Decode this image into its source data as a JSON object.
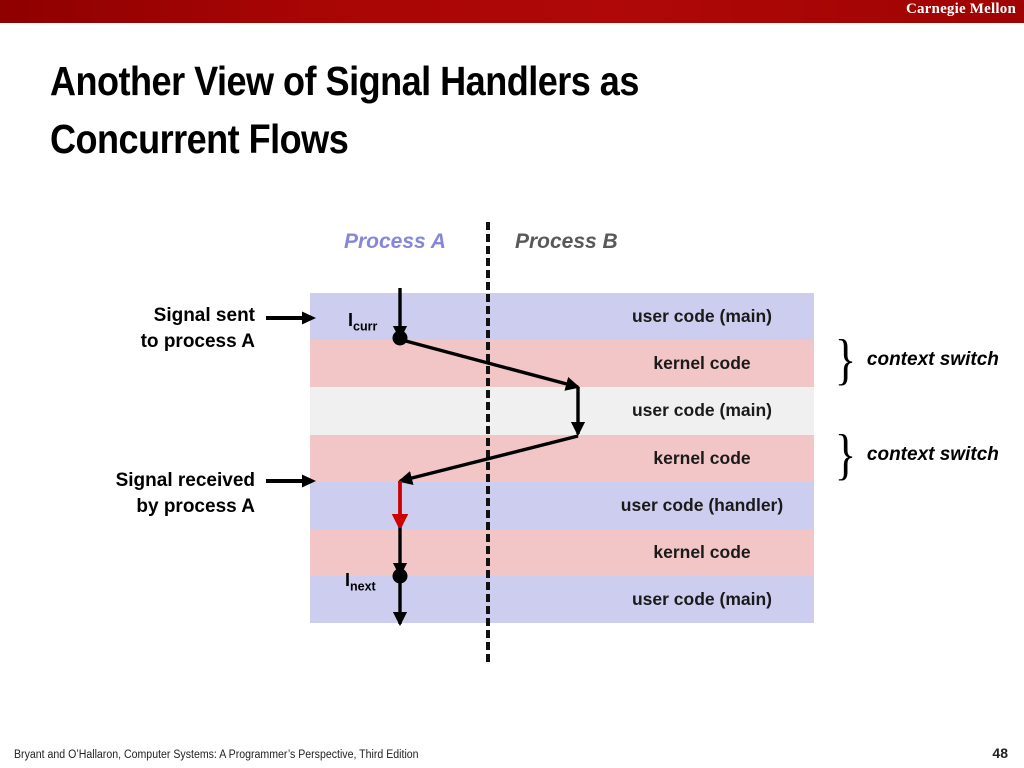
{
  "header": {
    "brand": "Carnegie Mellon",
    "banner_color": "#a50606"
  },
  "slide": {
    "title": "Another View of Signal Handlers as\nConcurrent Flows",
    "page_number": "48",
    "citation": "Bryant and O’Hallaron, Computer Systems: A Programmer’s Perspective, Third Edition"
  },
  "diagram": {
    "process_a_label": "Process A",
    "process_b_label": "Process B",
    "process_a_color": "#8686dc",
    "process_b_color": "#595959",
    "colors": {
      "user_main_a": "#cdcdf0",
      "kernel": "#f2c6c6",
      "user_main_b": "#f0f0f0",
      "user_handler": "#cdcdf0",
      "signal_arrow": "#cc0000",
      "flow_line": "#000000"
    },
    "bands": [
      {
        "label": "user code (main)",
        "fill": "#cdcdf0"
      },
      {
        "label": "kernel code",
        "fill": "#f2c6c6"
      },
      {
        "label": "user code (main)",
        "fill": "#f0f0f0"
      },
      {
        "label": "kernel code",
        "fill": "#f2c6c6"
      },
      {
        "label": "user code (handler)",
        "fill": "#cdcdf0"
      },
      {
        "label": "kernel code",
        "fill": "#f2c6c6"
      },
      {
        "label": "user code (main)",
        "fill": "#cdcdf0"
      }
    ],
    "callouts": [
      {
        "text": "Signal sent\nto process A"
      },
      {
        "text": "Signal received\nby process A"
      }
    ],
    "annotations": [
      {
        "brace": "}",
        "text": "context switch"
      },
      {
        "brace": "}",
        "text": "context switch"
      }
    ],
    "instruction_markers": [
      {
        "symbol": "I",
        "subscript": "curr"
      },
      {
        "symbol": "I",
        "subscript": "next"
      }
    ]
  }
}
